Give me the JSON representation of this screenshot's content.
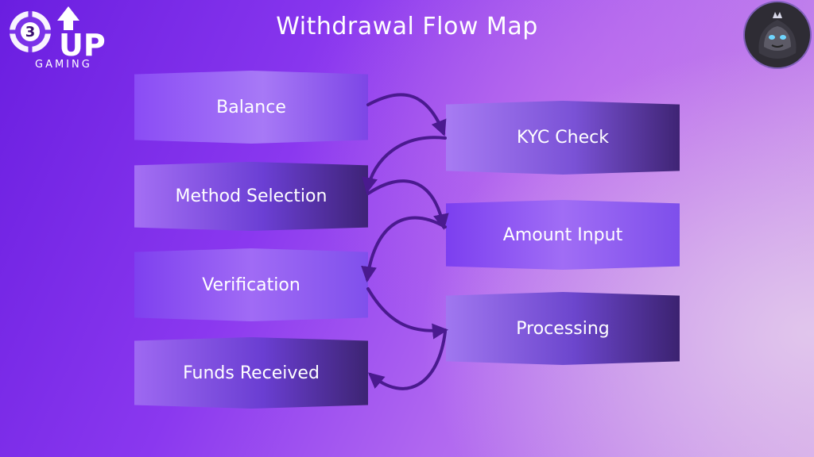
{
  "logo": {
    "digit": "3",
    "up_text": "UP",
    "subtitle": "GAMING"
  },
  "title": "Withdrawal Flow Map",
  "nodes": {
    "balance": "Balance",
    "method_selection": "Method Selection",
    "verification": "Verification",
    "funds_received": "Funds Received",
    "kyc_check": "KYC Check",
    "amount_input": "Amount Input",
    "processing": "Processing"
  },
  "flow": [
    {
      "from": "Balance",
      "to": "KYC Check"
    },
    {
      "from": "KYC Check",
      "to": "Method Selection"
    },
    {
      "from": "Method Selection",
      "to": "Amount Input"
    },
    {
      "from": "Amount Input",
      "to": "Verification"
    },
    {
      "from": "Verification",
      "to": "Processing"
    },
    {
      "from": "Processing",
      "to": "Funds Received"
    }
  ],
  "colors": {
    "arrow": "#4a1a8f",
    "title_text": "#ffffff",
    "avatar_border": "#7f5fb8"
  },
  "icons": {
    "avatar": "gorilla-mascot-icon",
    "logo": "3up-gaming-logo"
  }
}
